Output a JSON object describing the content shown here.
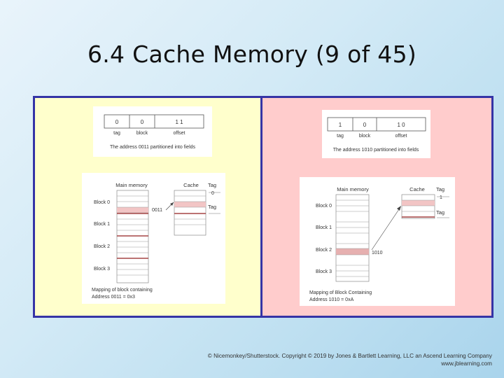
{
  "slide": {
    "title": "6.4 Cache Memory (9 of 45)"
  },
  "left_panel": {
    "address": {
      "fields": [
        {
          "value": "0",
          "name": "tag"
        },
        {
          "value": "0",
          "name": "block"
        },
        {
          "value": "1 1",
          "name": "offset"
        }
      ],
      "caption": "The address 0011 partitioned into fields"
    },
    "mapping": {
      "main_memory_label": "Main memory",
      "cache_label": "Cache",
      "tag_label": "Tag",
      "tag_value": "0",
      "tag_label_2": "Tag",
      "address_label": "0011",
      "blocks": [
        "Block 0",
        "Block 1",
        "Block 2",
        "Block 3"
      ],
      "caption_line1": "Mapping of block containing",
      "caption_line2": "Address 0011 = 0x3"
    }
  },
  "right_panel": {
    "address": {
      "fields": [
        {
          "value": "1",
          "name": "tag"
        },
        {
          "value": "0",
          "name": "block"
        },
        {
          "value": "1 0",
          "name": "offset"
        }
      ],
      "caption": "The address 1010 partitioned into fields"
    },
    "mapping": {
      "main_memory_label": "Main memory",
      "cache_label": "Cache",
      "tag_label": "Tag",
      "tag_value": "1",
      "tag_label_2": "Tag",
      "address_label": "1010",
      "blocks": [
        "Block 0",
        "Block 1",
        "Block 2",
        "Block 3"
      ],
      "caption_line1": "Mapping of Block Containing",
      "caption_line2": "Address 1010 = 0xA"
    }
  },
  "footer": {
    "credit_line1": "© Nicemonkey/Shutterstock. Copyright © 2019 by Jones & Bartlett Learning, LLC an Ascend Learning Company",
    "credit_line2": "www.jblearning.com"
  },
  "colors": {
    "frame": "#3534a6",
    "left_bg": "#ffffcc",
    "right_bg": "#ffcccc",
    "highlight_band": "#f2c5c5",
    "block_divider": "#a54545"
  }
}
